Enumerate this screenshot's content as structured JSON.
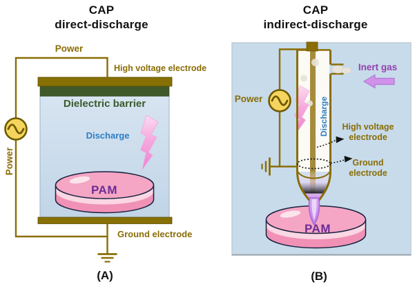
{
  "panel_a": {
    "title_line1": "CAP",
    "title_line2": "direct-discharge",
    "power_top_label": "Power",
    "power_side_label": "Power",
    "high_voltage_label": "High voltage electrode",
    "dielectric_label": "Dielectric barrier",
    "discharge_label": "Discharge",
    "dish_label": "PAM",
    "ground_label": "Ground electrode",
    "caption": "(A)"
  },
  "panel_b": {
    "title_line1": "CAP",
    "title_line2": "indirect-discharge",
    "power_label": "Power",
    "inert_gas_label": "Inert gas",
    "discharge_label": "Discharge",
    "high_voltage_label_line1": "High voltage",
    "high_voltage_label_line2": "electrode",
    "ground_label_line1": "Ground",
    "ground_label_line2": "electrode",
    "dish_label": "PAM",
    "caption": "(B)"
  },
  "colors": {
    "wire_olive": "#8a6d05",
    "electrode_bar": "#867004",
    "dielectric_green": "#3f592b",
    "label_olive": "#8a6d05",
    "discharge_blue": "#2d7dc5",
    "pam_purple": "#6b2d96",
    "inert_gas_purple": "#9340ab",
    "chamber_blue": "#cbdcec",
    "panel_bg_blue": "#c7dbeb",
    "dish_pink_top": "#f4a6c4",
    "dish_pink_wall": "#fbd6e3",
    "dish_pink_bottom": "#f191b6",
    "bolt_pink": "#f08ad2",
    "plasma_purple": "#c37fe8",
    "ac_source_yellow": "#f6d55e"
  }
}
